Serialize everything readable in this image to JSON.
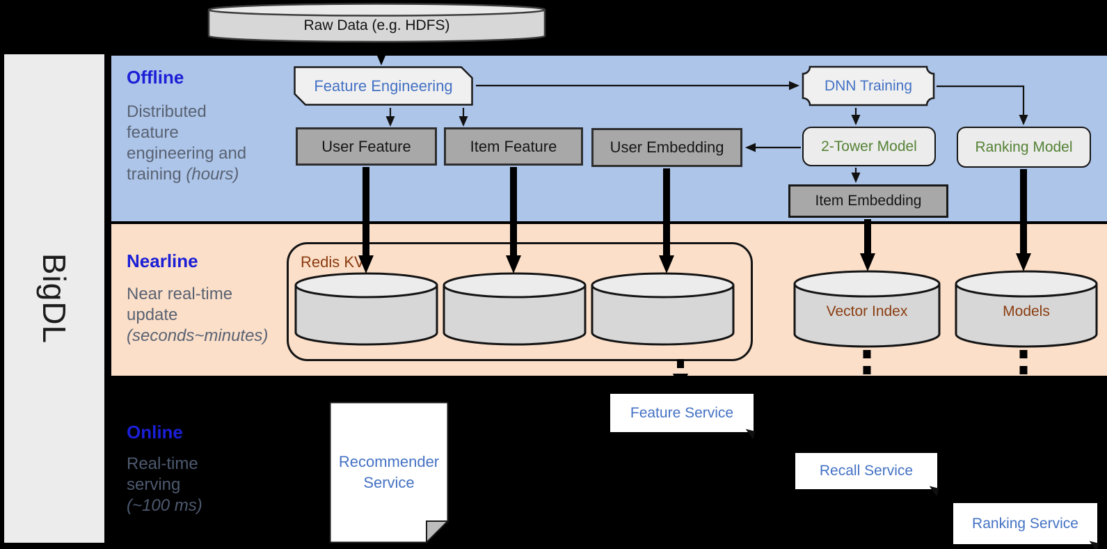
{
  "brand": "BigDL",
  "bands": {
    "offline": {
      "title": "Offline",
      "desc_line1": "Distributed",
      "desc_line2": "feature",
      "desc_line3": "engineering and",
      "desc_line4": "training",
      "desc_italic": "(hours)"
    },
    "nearline": {
      "title": "Nearline",
      "desc_line1": "Near real-time",
      "desc_line2": "update",
      "desc_italic": "(seconds~minutes)"
    },
    "online": {
      "title": "Online",
      "desc_line1": "Real-time",
      "desc_line2": "serving",
      "desc_italic": "(~100 ms)"
    }
  },
  "nodes": {
    "raw_data": "Raw Data (e.g. HDFS)",
    "feature_engineering": "Feature Engineering",
    "dnn_training": "DNN Training",
    "user_feature": "User Feature",
    "item_feature": "Item Feature",
    "user_embedding": "User Embedding",
    "two_tower_model": "2-Tower Model",
    "ranking_model": "Ranking Model",
    "item_embedding": "Item Embedding",
    "redis_kv": "Redis KV",
    "vector_index": "Vector Index",
    "models": "Models",
    "recommender_service_line1": "Recommender",
    "recommender_service_line2": "Service",
    "feature_service": "Feature Service",
    "recall_service": "Recall Service",
    "ranking_service": "Ranking Service"
  },
  "colors": {
    "offline_band": "#adc5e9",
    "nearline_band": "#fbdfc9",
    "online_band": "#000000",
    "sidebar": "#ececec",
    "band_title_blue": "#1b1fd6",
    "band_desc_gray": "#596272",
    "node_text_blue": "#4472c4",
    "node_text_green": "#548235",
    "store_text_brown": "#8a3c10",
    "feature_box_gray": "#a8a8a8",
    "shape_light_gray": "#f0f0f0",
    "cylinder_gray": "#d7d7d7"
  }
}
